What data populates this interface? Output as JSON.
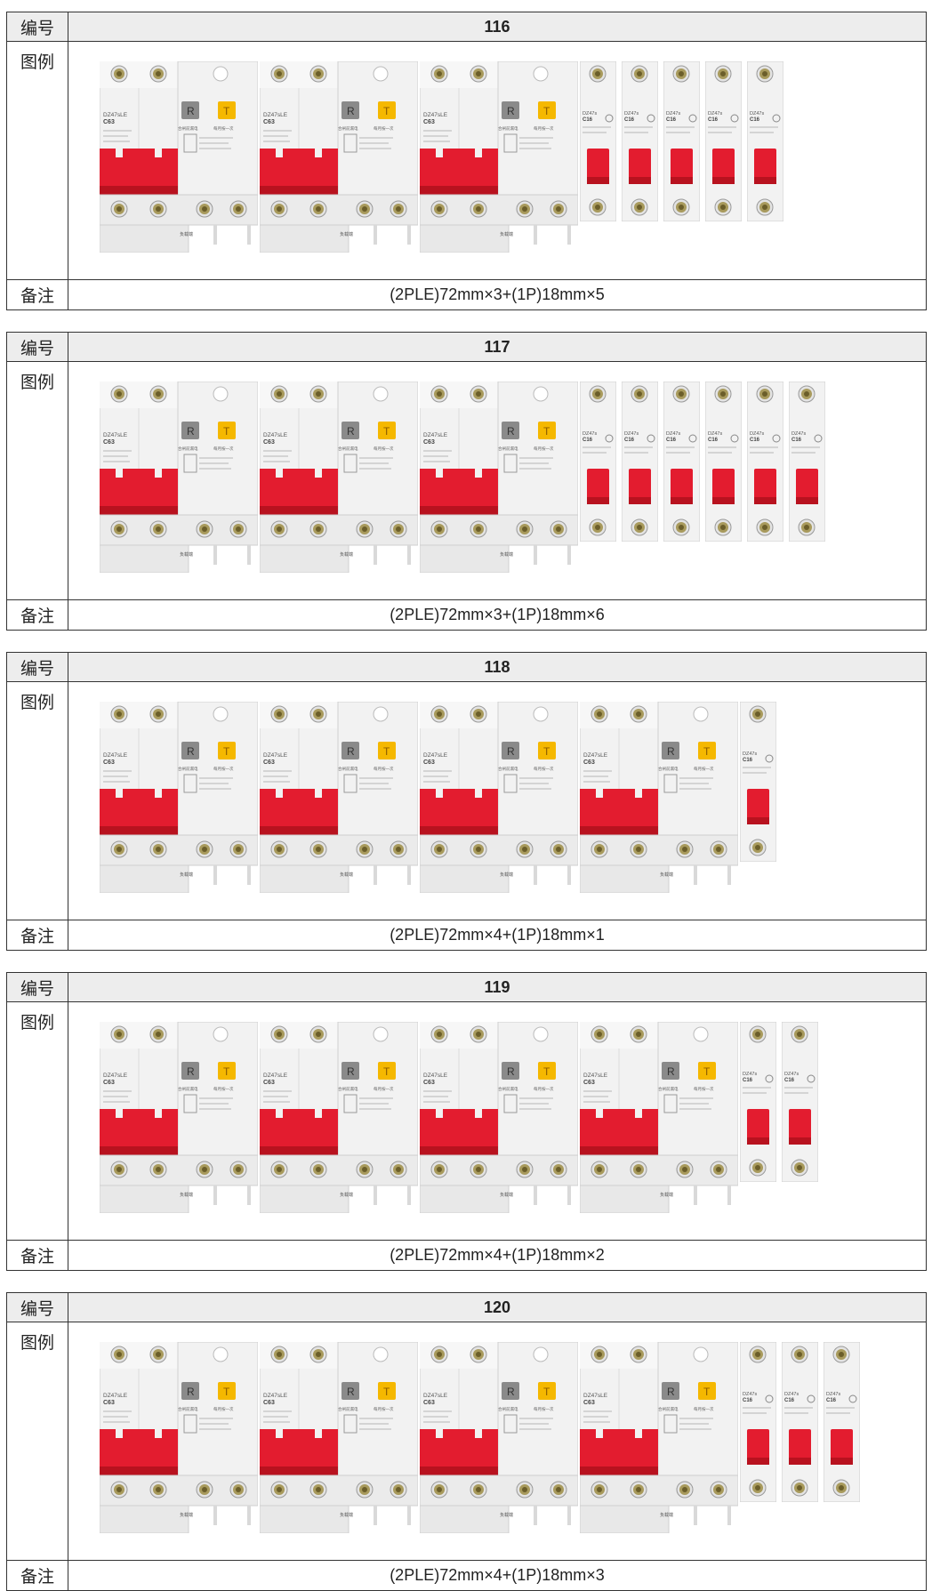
{
  "labels": {
    "number": "编号",
    "figure": "图例",
    "note": "备注"
  },
  "rcbo_text": {
    "model": "DZ47sLE",
    "rating": "C63",
    "button_r": "R",
    "button_t": "T",
    "caption_left": "合闸前漏电",
    "caption_right": "每月按一次",
    "load_side": "负载端"
  },
  "mcb_text": {
    "model": "DZ47s",
    "rating": "C16"
  },
  "colors": {
    "toggle_red": "#e31c2f",
    "body_white": "#f2f2f2",
    "button_gray": "#8a8a8a",
    "button_yellow": "#f5b800",
    "header_bg": "#ededed"
  },
  "tables": [
    {
      "number": "116",
      "rcbo_count": 3,
      "mcb_count": 5,
      "note": "(2PLE)72mm×3+(1P)18mm×5"
    },
    {
      "number": "117",
      "rcbo_count": 3,
      "mcb_count": 6,
      "note": "(2PLE)72mm×3+(1P)18mm×6"
    },
    {
      "number": "118",
      "rcbo_count": 4,
      "mcb_count": 1,
      "note": "(2PLE)72mm×4+(1P)18mm×1"
    },
    {
      "number": "119",
      "rcbo_count": 4,
      "mcb_count": 2,
      "note": "(2PLE)72mm×4+(1P)18mm×2"
    },
    {
      "number": "120",
      "rcbo_count": 4,
      "mcb_count": 3,
      "note": "(2PLE)72mm×4+(1P)18mm×3"
    }
  ]
}
